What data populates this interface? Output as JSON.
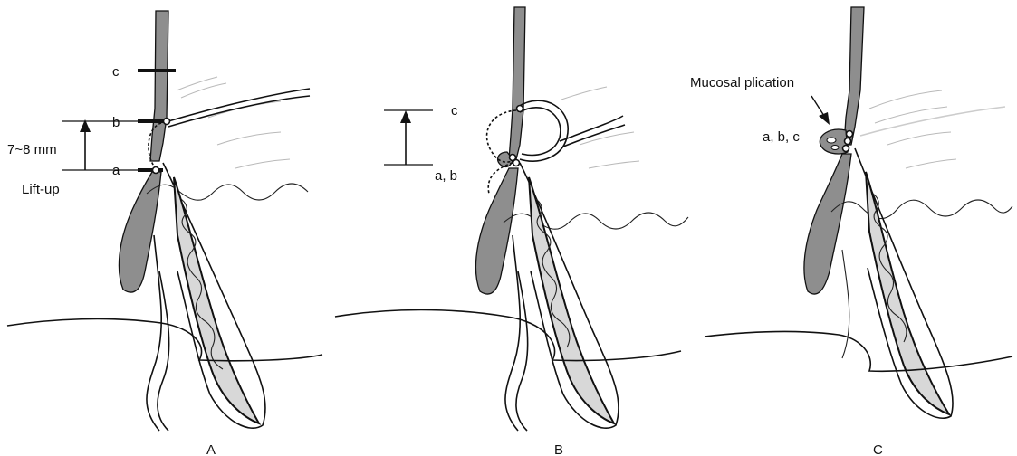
{
  "panels": [
    {
      "id": "A",
      "label": "A",
      "point_labels": {
        "c": "c",
        "b": "b",
        "a": "a"
      },
      "distance_label": "7~8 mm",
      "action_label": "Lift-up"
    },
    {
      "id": "B",
      "label": "B",
      "point_labels": {
        "c": "c",
        "ab": "a, b"
      }
    },
    {
      "id": "C",
      "label": "C",
      "point_labels": {
        "abc": "a, b, c"
      },
      "callout_label": "Mucosal plication"
    }
  ],
  "colors": {
    "structure_fill": "#8e8e8e",
    "ink": "#111111",
    "background": "#ffffff"
  }
}
